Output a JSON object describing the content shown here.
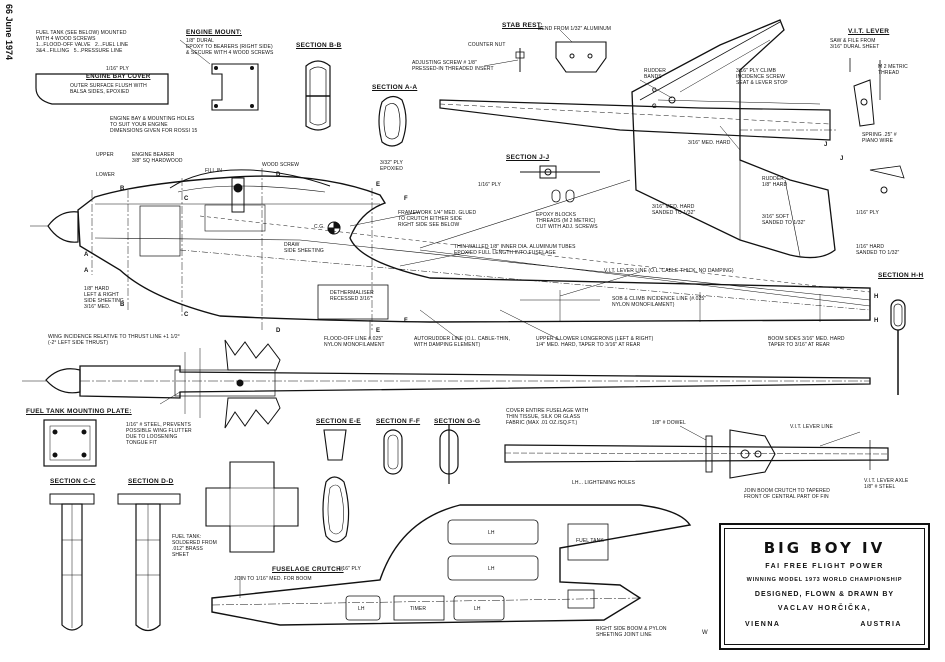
{
  "side_text": "66 June 1974",
  "title": {
    "name": "BIG BOY IV",
    "class": "FAI FREE FLIGHT POWER",
    "achievement": "WINNING MODEL 1973 WORLD CHAMPIONSHIP",
    "credit": "DESIGNED, FLOWN & DRAWN BY",
    "author": "VACLAV HORČIČKA,",
    "city": "VIENNA",
    "country": "AUSTRIA"
  },
  "headers": {
    "engine_mount": "ENGINE MOUNT:",
    "section_bb": "SECTION B-B",
    "section_aa": "SECTION A-A",
    "stab_rest": "STAB REST:",
    "vit_lever": "V.I.T. LEVER",
    "section_jj": "SECTION J-J",
    "section_hh": "SECTION H-H",
    "fuel_tank_plate": "FUEL TANK MOUNTING PLATE:",
    "section_ee": "SECTION E-E",
    "section_ff": "SECTION F-F",
    "section_gg": "SECTION G-G",
    "section_cc": "SECTION C-C",
    "section_dd": "SECTION D-D",
    "fuselage_crutch": "FUSELAGE CRUTCH:",
    "engine_bay_cover": "ENGINE BAY COVER"
  },
  "notes": {
    "fuel_tank": "FUEL TANK (SEE BELOW) MOUNTED\nWITH 4 WOOD SCREWS\n1...FLOOD-OFF VALVE   2...FUEL LINE\n3&4...FILLING   5...PRESSURE LINE",
    "engine_mount": "1/8\" DURAL\nEPOXY TO BEARERS (RIGHT SIDE)\n& SECURE WITH 4 WOOD SCREWS",
    "bay_cover_ply": "1/16\" PLY",
    "bay_cover_text": "OUTER SURFACE FLUSH WITH\nBALSA SIDES, EPOXIED",
    "bay_holes": "ENGINE BAY & MOUNTING HOLES\nTO SUIT YOUR ENGINE\nDIMENSIONS GIVEN FOR ROSSI 15",
    "upper": "UPPER",
    "lower": "LOWER",
    "engine_bearer": "ENGINE BEARER\n3/8\" SQ HARDWOOD",
    "fill_in": "FILL IN",
    "wood_screw": "WOOD SCREW",
    "ply_epoxied": "3/32\" PLY\nEPOXIED",
    "stab_rest": "BEND FROM 1/32\" ALUMINUM",
    "counter_nut": "COUNTER NUT",
    "adjust_screw": "ADJUSTING SCREW # 1/8\"\nPRESSED-IN THREADED INSERT",
    "rudder_bands": "RUDDER\nBANDS",
    "rudder_ply": "3/16\" PLY CLIMB\nINCIDENCE SCREW\nSEAT & LEVER STOP",
    "vit_saw": "SAW & FILE FROM\n3/16\" DURAL SHEET",
    "m2": "M 2 METRIC\nTHREAD",
    "spring": "SPRING .25\" #\nPIANO WIRE",
    "med_hard_316": "3/16\" MED. HARD",
    "rudder_hard": "RUDDER\n1/8\" HARD",
    "med_hard_sanded": "3/16\" MED. HARD\nSANDED TO 1/32\"",
    "soft_sanded": "3/16\" SOFT\nSANDED TO 1/32\"",
    "hard_sanded": "1/16\" HARD\nSANDED TO 1/32\"",
    "ply_116": "1/16\" PLY",
    "ply_116b": "1/16\" PLY",
    "epoxy_blocks": "EPOXY BLOCKS\nTHREADS (M 2 METRIC)\nCUT WITH ADJ. SCREWS",
    "framework": "FRAMEWORK 1/4\" MED. GLUED\nTO CRUTCH EITHER SIDE\nRIGHT SIDE SEE BELOW",
    "draw_sheeting": "DRAW\nSIDE SHEETING",
    "cg": "C.G.",
    "aluminum_tubes": "THIN WALLED 1/8\" INNER DIA. ALUMINUM TUBES\nEPOXIED FULL LENGTH INTO FUSELAGE",
    "vit_line": "V.I.T. LEVER LINE (O.L. CABLE-THICK, NO DAMPING)",
    "sob_line": "SOB & CLIMB INCIDENCE LINE (#.025\"\nNYLON MONOFILAMENT)",
    "hard_side": "1/8\" HARD\nLEFT & RIGHT\nSIDE SHEETING\n3/16\" MED.",
    "dethermaliser": "DETHERMALISER\nRECESSED 3/16\"",
    "wing_incidence": "WING INCIDENCE RELATIVE TO THRUST LINE +1 1/2°\n(-2° LEFT SIDE THRUST)",
    "flood_off": "FLOOD-OFF LINE #.025\"\nNYLON MONOFILAMENT",
    "autorudder": "AUTORUDDER LINE (O.L. CABLE-THIN,\nWITH DAMPING ELEMENT)",
    "longerons": "UPPER & LOWER LONGERONS (LEFT & RIGHT)\n1/4\" MED. HARD, TAPER TO 3/16\" AT REAR",
    "boom_sides": "BOOM SIDES 3/16\" MED. HARD\nTAPER TO 3/16\" AT REAR",
    "steel_wing": "1/16\" # STEEL, PREVENTS\nPOSSIBLE WING FLUTTER\nDUE TO LOOSENING\nTONGUE FIT",
    "cover_fuselage": "COVER ENTIRE FUSELAGE WITH\nTHIN TISSUE, SILK OR GLASS\nFABRIC (MAX .01 OZ./SQ.FT.)",
    "dowel": "1/8\" # DOWEL",
    "vit_lever_line": "V.I.T. LEVER LINE",
    "vit_axle": "V.I.T. LEVER AXLE\n1/8\" # STEEL",
    "boom_crutch": "JOIN BOOM CRUTCH TO TAPERED\nFRONT OF CENTRAL PART OF FIN",
    "lightening": "LH... LIGHTENING HOLES",
    "fuel_tank_note": "FUEL TANK:\nSOLDERED FROM\n.012\" BRASS\nSHEET",
    "crutch_ply": "1/16\" PLY",
    "join_boom": "JOIN TO 1/16\" MED. FOR BOOM",
    "right_side_boom": "RIGHT SIDE BOOM & PYLON\nSHEETING JOINT LINE",
    "fuel_tank_box": "FUEL TANK",
    "timer_box": "TIMER",
    "lh": "LH",
    "w": "W"
  },
  "markers": [
    "A",
    "A",
    "B",
    "B",
    "C",
    "C",
    "D",
    "D",
    "E",
    "E",
    "F",
    "F",
    "G",
    "G",
    "J",
    "J",
    "H",
    "H"
  ]
}
